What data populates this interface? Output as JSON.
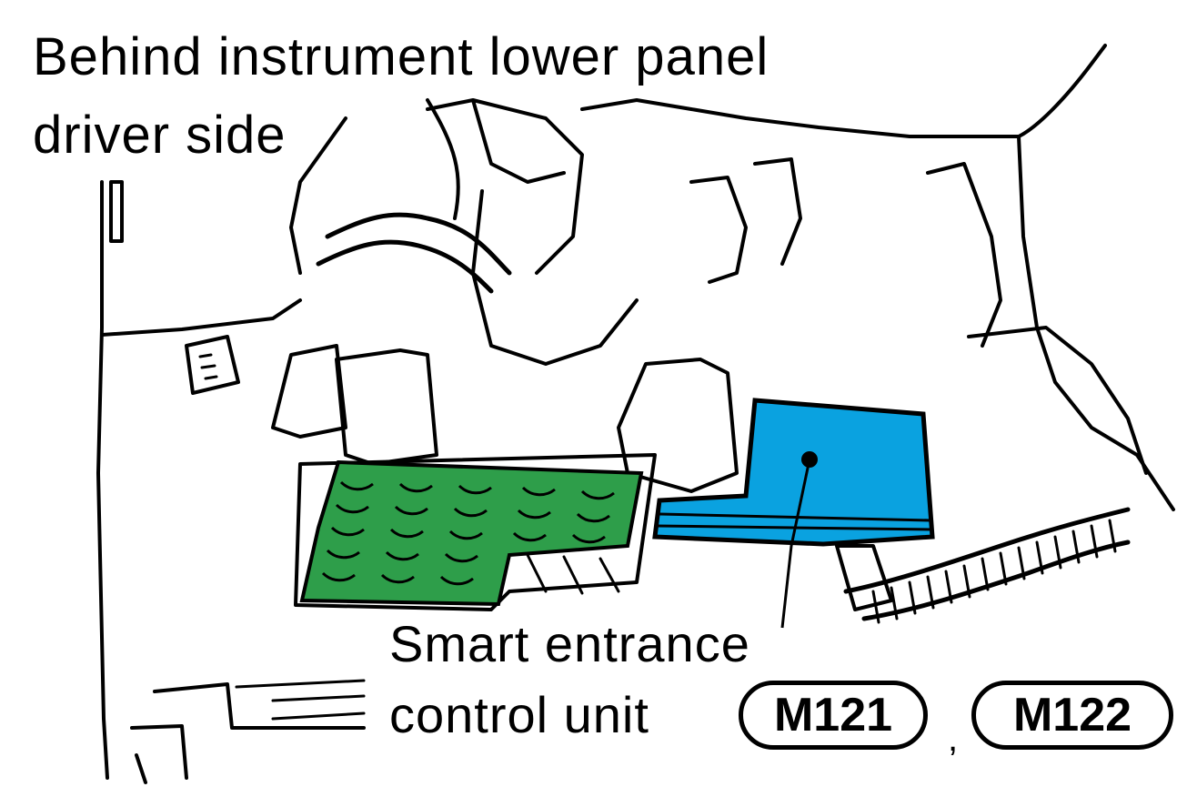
{
  "labels": {
    "location_line1": "Behind instrument lower panel",
    "location_line2": "driver side",
    "callout_line1": "Smart entrance",
    "callout_line2": "control unit",
    "connector_1": "M121",
    "connector_2": "M122",
    "separator": ","
  },
  "colors": {
    "fuse_block": "#2e9e4a",
    "control_unit": "#0aa2e0",
    "line": "#000000"
  }
}
